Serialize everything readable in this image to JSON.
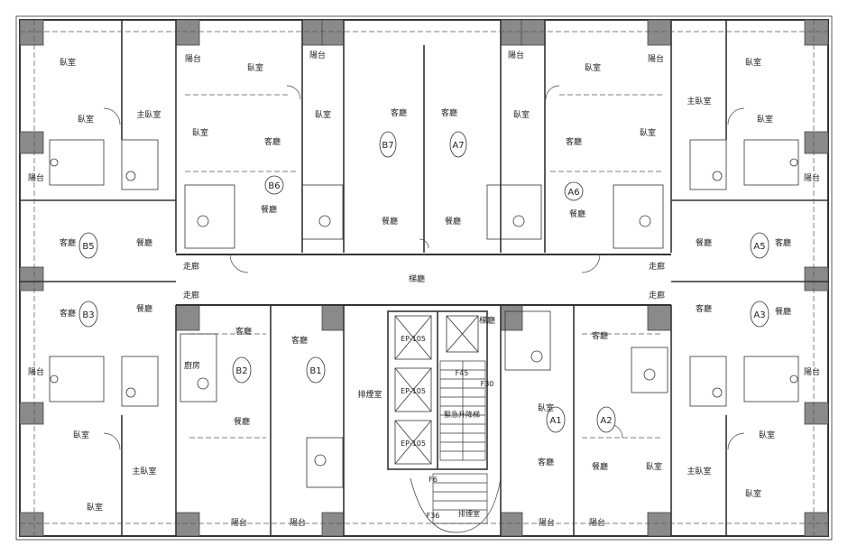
{
  "units": [
    {
      "id": "B5",
      "label": "B5"
    },
    {
      "id": "B6",
      "label": "B6"
    },
    {
      "id": "B7",
      "label": "B7"
    },
    {
      "id": "A7",
      "label": "A7"
    },
    {
      "id": "A6",
      "label": "A6"
    },
    {
      "id": "A5",
      "label": "A5"
    },
    {
      "id": "B3",
      "label": "B3"
    },
    {
      "id": "B2",
      "label": "B2"
    },
    {
      "id": "B1",
      "label": "B1"
    },
    {
      "id": "A1",
      "label": "A1"
    },
    {
      "id": "A2",
      "label": "A2"
    },
    {
      "id": "A3",
      "label": "A3"
    }
  ],
  "rooms": {
    "bedroom": "臥室",
    "master_bedroom": "主臥室",
    "balcony": "陽台",
    "living": "客廳",
    "dining": "餐廳",
    "kitchen": "廚房",
    "hall": "梯廳",
    "corridor": "走廊",
    "smoke_room": "排煙室",
    "elevator_1": "EP-105",
    "elevator_2": "EP-105",
    "elevator_3": "EP-105",
    "stair_label": "緊急升降梯",
    "fire_label": "排煙室",
    "dims": [
      "F45",
      "F30",
      "F6",
      "F36"
    ]
  }
}
